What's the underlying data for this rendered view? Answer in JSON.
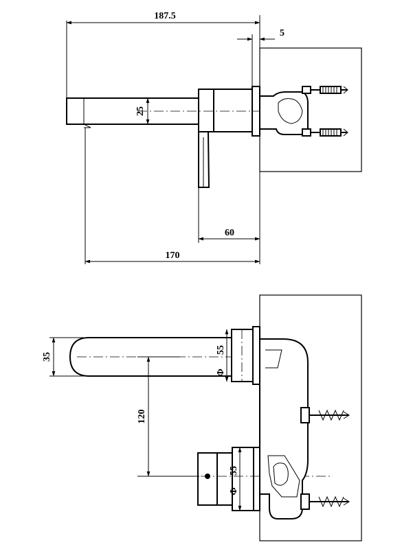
{
  "dimensions": {
    "overall_depth": "187.5",
    "plate_thickness": "5",
    "spout_height": "25",
    "lever_offset": "60",
    "spout_projection": "170",
    "spout_height_front": "35",
    "spout_rosette": "55",
    "handle_rosette": "55",
    "spacing": "120",
    "phi_symbol": "Φ"
  }
}
